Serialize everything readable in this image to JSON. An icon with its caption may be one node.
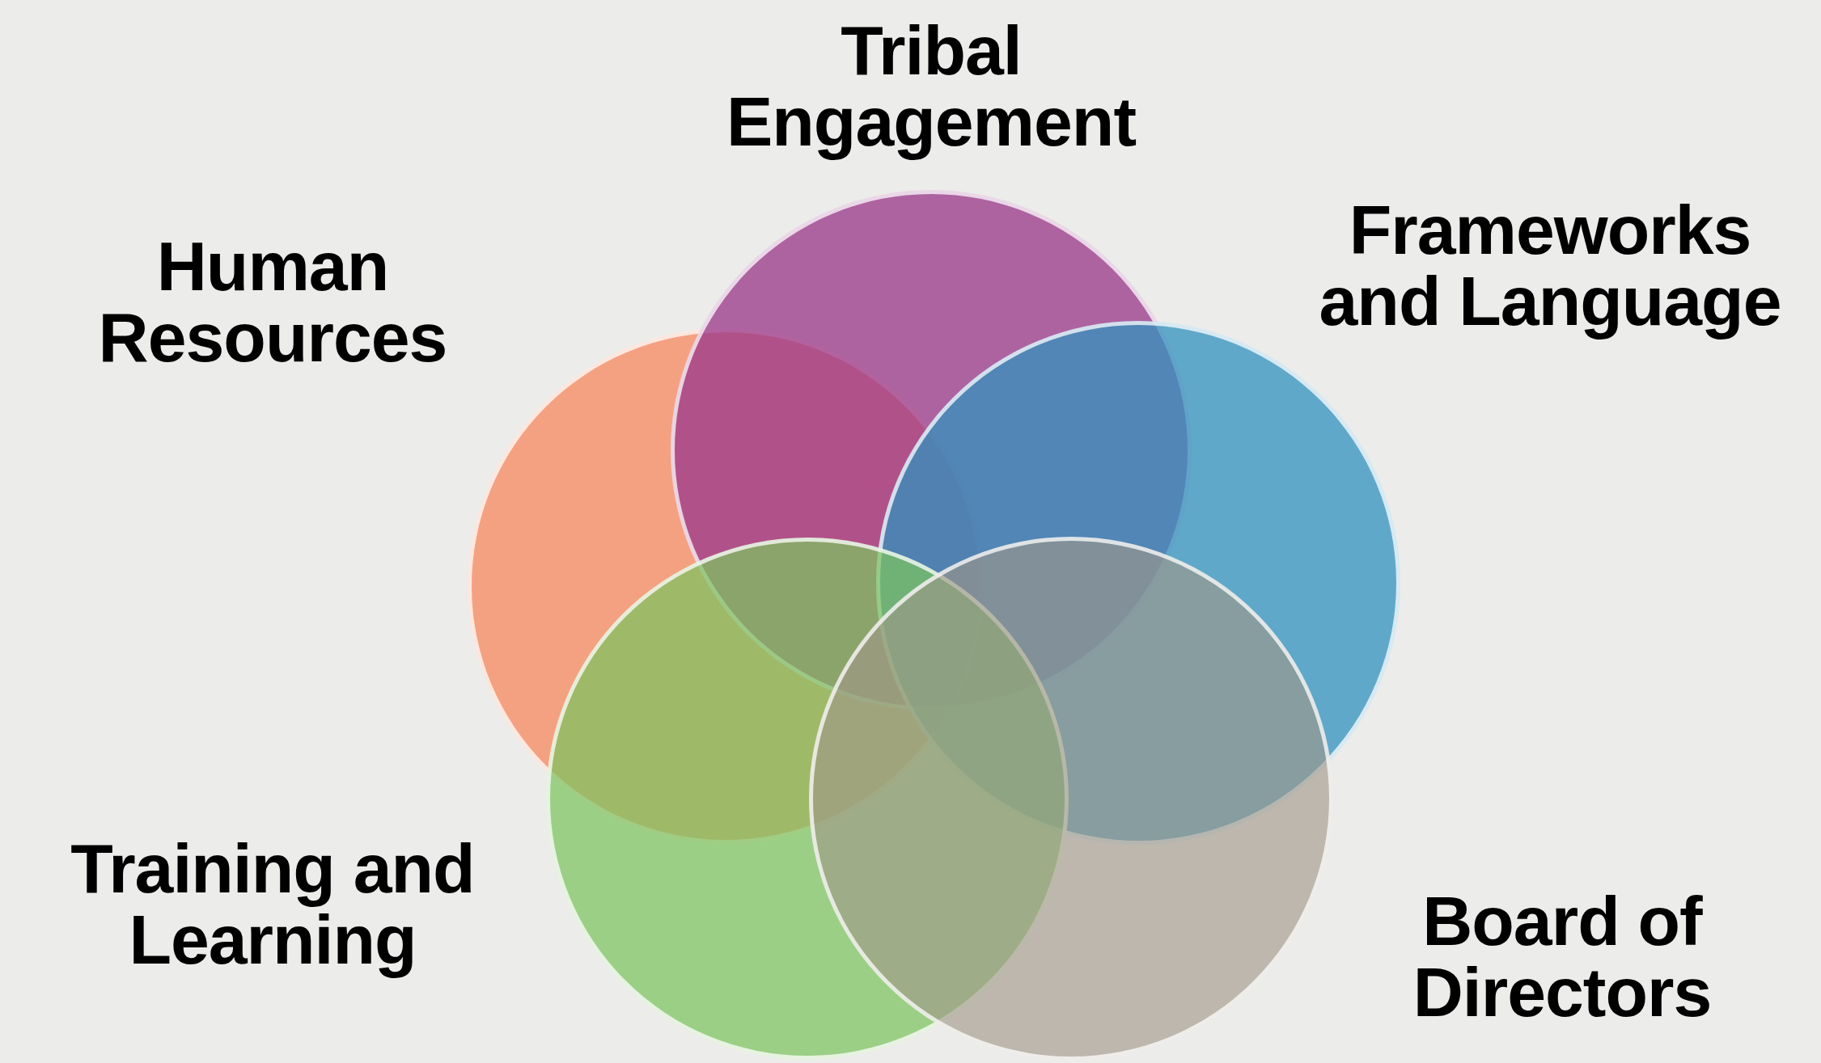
{
  "diagram": {
    "nodes": [
      {
        "text": [
          "Tribal Engagement"
        ]
      },
      {
        "text": [
          "Human Resources"
        ]
      },
      {
        "text": [
          "Frameworks and Language"
        ]
      },
      {
        "text": [
          "Training and Learning"
        ]
      },
      {
        "text": [
          "Board of Directors"
        ]
      }
    ]
  }
}
